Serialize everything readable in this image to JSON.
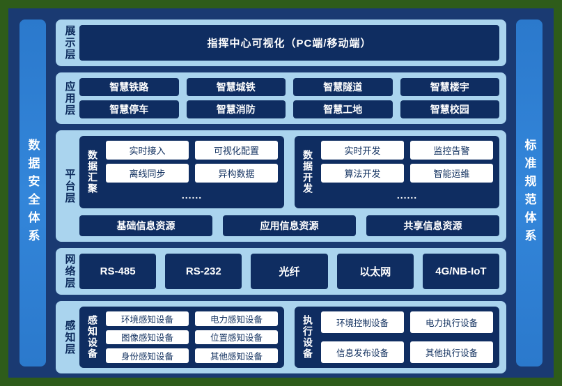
{
  "colors": {
    "outer_border_green": "#2e5c1a",
    "background_navy": "#1a3a72",
    "dark_box_navy": "#0f2d61",
    "layer_panel_light_blue": "#aad4ee",
    "sidebar_blue": "#2e7ed0",
    "white_box_text": "#11305f"
  },
  "sidebars": {
    "left_label": "数据安全体系",
    "right_label": "标准规范体系"
  },
  "layers": {
    "presentation": {
      "label": "展示层",
      "item": "指挥中心可视化（PC端/移动端）"
    },
    "application": {
      "label": "应用层",
      "items": [
        "智慧铁路",
        "智慧城铁",
        "智慧隧道",
        "智慧楼宇",
        "智慧停车",
        "智慧消防",
        "智慧工地",
        "智慧校园"
      ]
    },
    "platform": {
      "label": "平台层",
      "groups": [
        {
          "title": "数据汇聚",
          "items": [
            "实时接入",
            "可视化配置",
            "离线同步",
            "异构数据"
          ],
          "ellipsis": "......"
        },
        {
          "title": "数据开发",
          "items": [
            "实时开发",
            "监控告警",
            "算法开发",
            "智能运维"
          ],
          "ellipsis": "......"
        }
      ],
      "resources": [
        "基础信息资源",
        "应用信息资源",
        "共享信息资源"
      ]
    },
    "network": {
      "label": "网络层",
      "items": [
        "RS-485",
        "RS-232",
        "光纤",
        "以太网",
        "4G/NB-IoT"
      ]
    },
    "perception": {
      "label": "感知层",
      "groups": [
        {
          "title": "感知设备",
          "items": [
            "环境感知设备",
            "电力感知设备",
            "图像感知设备",
            "位置感知设备",
            "身份感知设备",
            "其他感知设备"
          ]
        },
        {
          "title": "执行设备",
          "items": [
            "环境控制设备",
            "电力执行设备",
            "信息发布设备",
            "其他执行设备"
          ]
        }
      ]
    }
  }
}
